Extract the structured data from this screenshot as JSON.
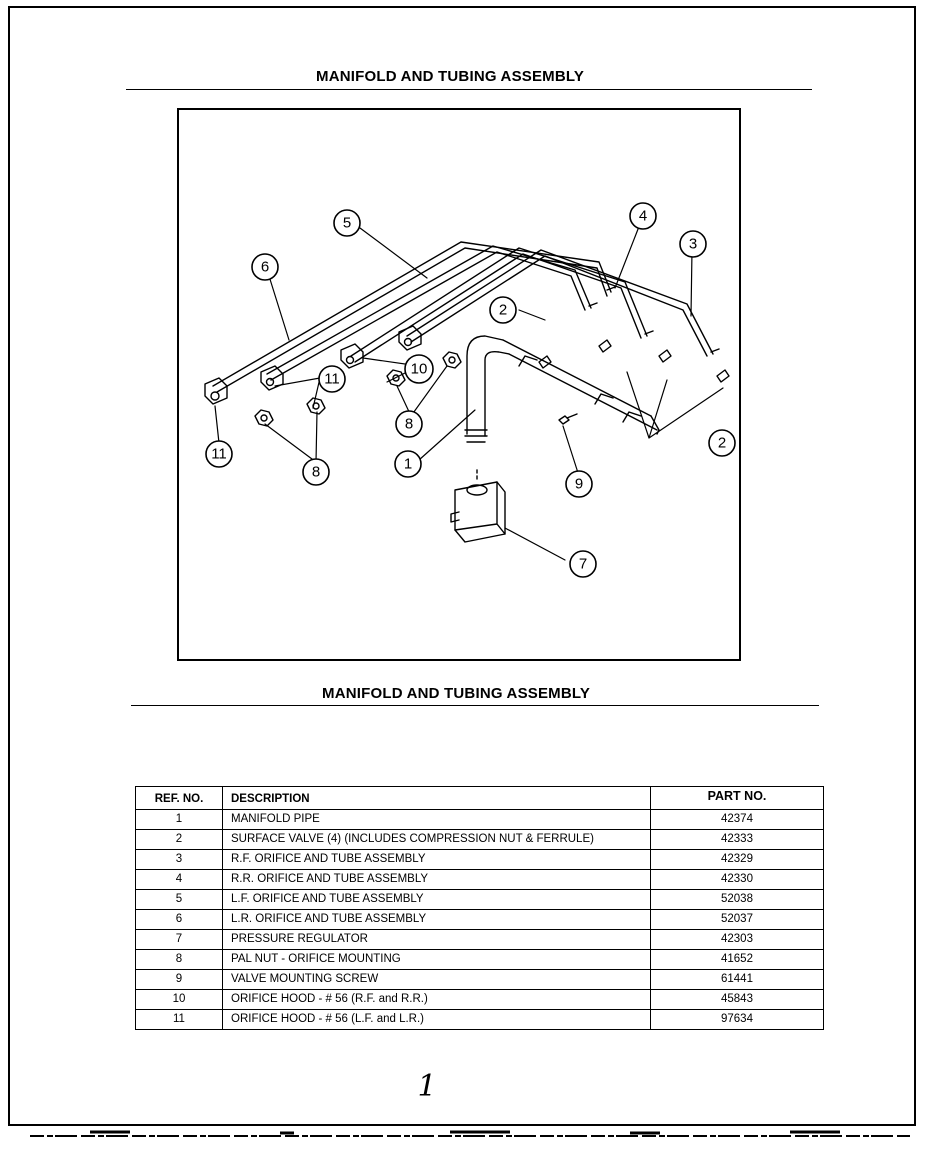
{
  "header": {
    "title": "MANIFOLD AND TUBING ASSEMBLY"
  },
  "diagram": {
    "callouts": [
      "1",
      "2",
      "2",
      "3",
      "4",
      "5",
      "6",
      "7",
      "8",
      "8",
      "9",
      "10",
      "11",
      "11"
    ]
  },
  "parts_section": {
    "title": "MANIFOLD AND TUBING ASSEMBLY"
  },
  "table": {
    "headers": {
      "ref": "REF. NO.",
      "description": "DESCRIPTION",
      "part": "PART NO."
    },
    "rows": [
      {
        "ref": "1",
        "description": "MANIFOLD PIPE",
        "part": "42374"
      },
      {
        "ref": "2",
        "description": "SURFACE VALVE (4) (INCLUDES COMPRESSION NUT & FERRULE)",
        "part": "42333"
      },
      {
        "ref": "3",
        "description": "R.F. ORIFICE AND TUBE ASSEMBLY",
        "part": "42329"
      },
      {
        "ref": "4",
        "description": "R.R. ORIFICE AND TUBE ASSEMBLY",
        "part": "42330"
      },
      {
        "ref": "5",
        "description": "L.F. ORIFICE AND TUBE ASSEMBLY",
        "part": "52038"
      },
      {
        "ref": "6",
        "description": "L.R. ORIFICE AND TUBE ASSEMBLY",
        "part": "52037"
      },
      {
        "ref": "7",
        "description": "PRESSURE REGULATOR",
        "part": "42303"
      },
      {
        "ref": "8",
        "description": "PAL NUT - ORIFICE MOUNTING",
        "part": "41652"
      },
      {
        "ref": "9",
        "description": "VALVE MOUNTING SCREW",
        "part": "61441"
      },
      {
        "ref": "10",
        "description": "ORIFICE HOOD - # 56 (R.F. and R.R.)",
        "part": "45843"
      },
      {
        "ref": "11",
        "description": "ORIFICE HOOD - # 56 (L.F. and L.R.)",
        "part": "97634"
      }
    ]
  },
  "footer": {
    "page_number": "1"
  }
}
